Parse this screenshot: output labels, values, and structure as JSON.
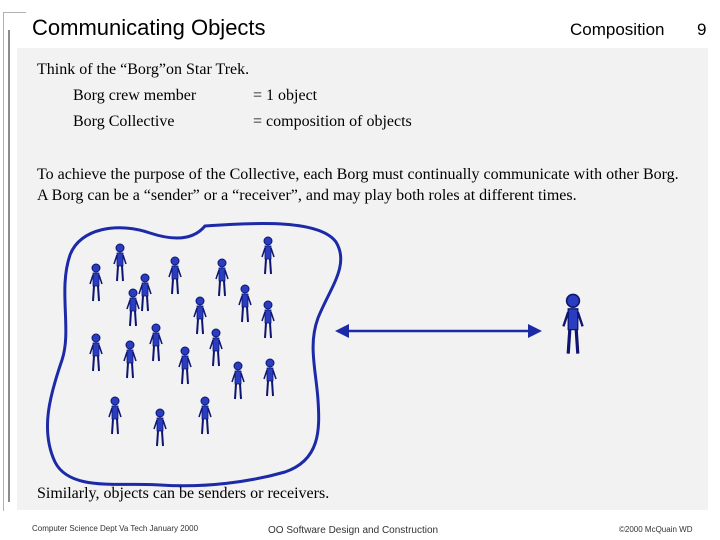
{
  "header": {
    "title": "Communicating Objects",
    "section": "Composition",
    "page_number": "9"
  },
  "intro": {
    "line1": "Think of the “Borg”on Star Trek.",
    "rows": [
      {
        "term": "Borg crew member",
        "definition": "= 1 object"
      },
      {
        "term": "Borg Collective",
        "definition": "= composition of objects"
      }
    ]
  },
  "paragraph": "To achieve the purpose of the Collective, each Borg must continually communicate with other Borg.  A Borg can be a “sender” or a “receiver”, and may play both roles at different times.",
  "conclusion": "Similarly, objects can be senders or receivers.",
  "footer": {
    "left": "Computer Science Dept Va Tech January 2000",
    "center": "OO Software Design and Construction",
    "right": "©2000  McQuain WD"
  },
  "colors": {
    "figure": "#2b3dbf",
    "outline": "#1c2aa8",
    "background": "#f2f2f2"
  }
}
